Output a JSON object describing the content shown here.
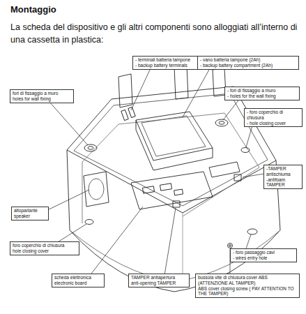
{
  "diagram": {
    "title": "Montaggio",
    "nodes": [
      {
        "text": [
          "- terminali batteria tampone",
          "- backup battery terminals"
        ]
      },
      {
        "text": [
          "- vano batteria tampone (2Ah)",
          "- backup battery compartment (2Ah)"
        ]
      },
      {
        "text": [
          "fori di fissaggio a muro",
          "holes for wall fixing"
        ]
      },
      {
        "text": [
          "- fori di fissaggio a muro",
          "- holes for the wall fixing"
        ]
      },
      {
        "text": [
          "- foro coperchio di chiusura",
          "- hole closing cover"
        ]
      },
      {
        "text": [
          "-TAMPER antischiuma",
          "-antifoam TAMPER"
        ]
      },
      {
        "text": [
          "altoparlante",
          "speaker"
        ]
      },
      {
        "text": [
          "foro coperchio di chiusura",
          "hole closing cover"
        ]
      },
      {
        "text": [
          "- foro passaggio cavi",
          "- wires entry hole"
        ]
      },
      {
        "text": [
          "scheda elettronica",
          "electronic board"
        ]
      },
      {
        "text": [
          "TAMPER antiapertura",
          "anti-opening TAMPER"
        ]
      },
      {
        "text": [
          "bussola vite di chiusura cover ABS (ATTENZIONE AL TAMPER)",
          "ABS cover closing screw ( PAY ATTENTION TO THE TAMPER)"
        ]
      }
    ],
    "labels": [
      "La scheda del dispositivo e gli altri componenti sono alloggiati all’interno di una cassetta in plastica:"
    ]
  }
}
